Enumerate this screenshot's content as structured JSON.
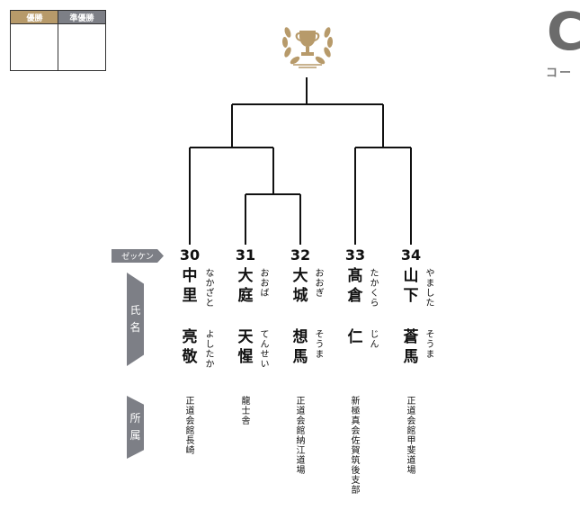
{
  "result_box": {
    "winner_label": "優勝",
    "runner_up_label": "準優勝"
  },
  "court": {
    "letter": "C",
    "sub": "コー"
  },
  "labels": {
    "zekken": "ゼッケン",
    "name_chars": [
      "氏",
      "名"
    ],
    "affiliation_chars": [
      "所",
      "属"
    ]
  },
  "colors": {
    "gold": "#b79a6a",
    "tag_grey": "#7d7f86"
  },
  "players": [
    {
      "number": "30",
      "surname": "中里",
      "given": "亮敬",
      "surname_kana": "なかざと",
      "given_kana": "よしたか",
      "affiliation": "正道会館長崎"
    },
    {
      "number": "31",
      "surname": "大庭",
      "given": "天惺",
      "surname_kana": "おおば",
      "given_kana": "てんせい",
      "affiliation": "龍士舎"
    },
    {
      "number": "32",
      "surname": "大城",
      "given": "想馬",
      "surname_kana": "おおぎ",
      "given_kana": "そうま",
      "affiliation": "正道会館納江道場"
    },
    {
      "number": "33",
      "surname": "髙倉",
      "given": "仁",
      "surname_kana": "たかくら",
      "given_kana": "じん",
      "affiliation": "新極真会佐賀筑後支部"
    },
    {
      "number": "34",
      "surname": "山下",
      "given": "蒼馬",
      "surname_kana": "やました",
      "given_kana": "そうま",
      "affiliation": "正道会館甲斐道場"
    }
  ]
}
